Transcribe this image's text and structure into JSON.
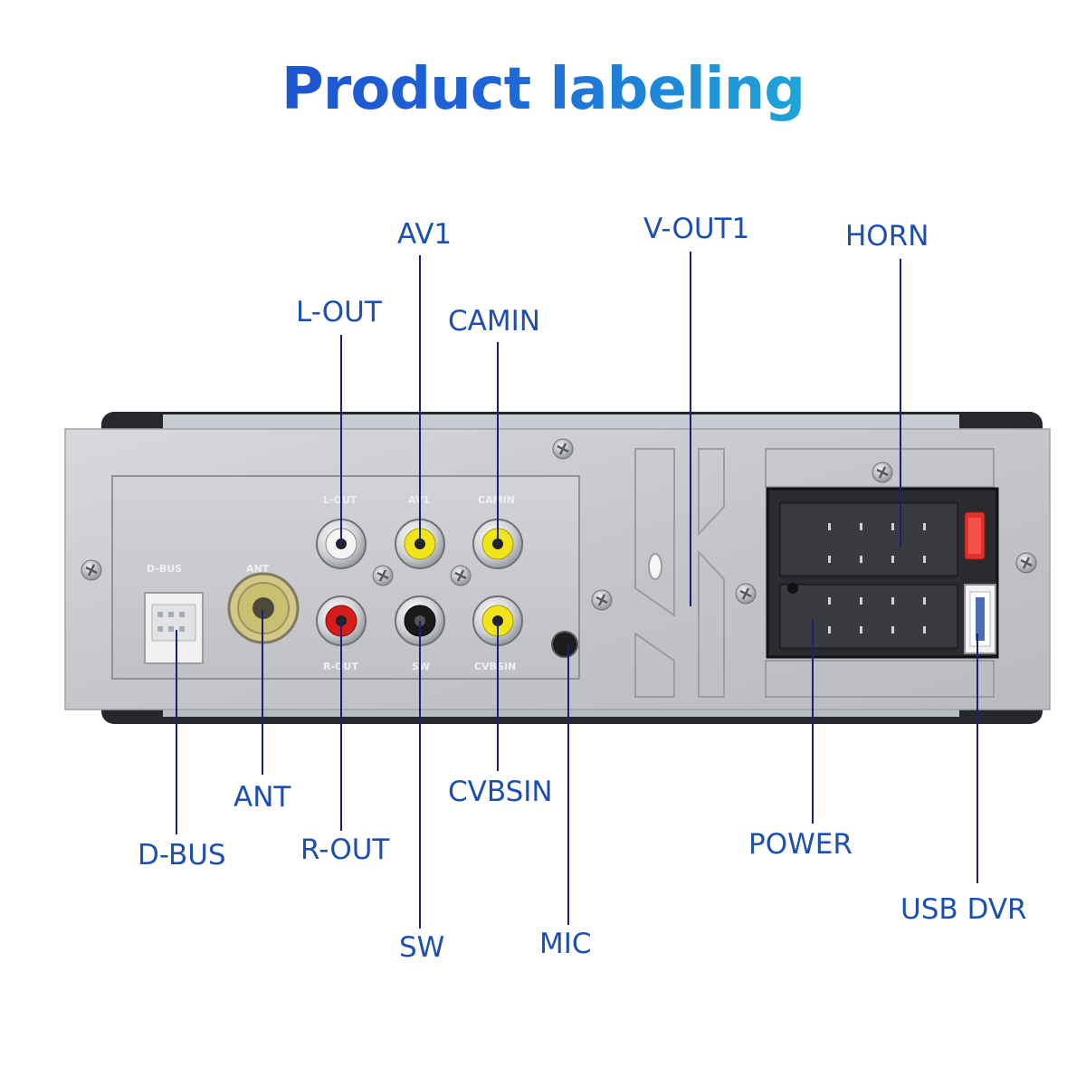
{
  "title": "Product labeling",
  "callouts": {
    "av1": "AV1",
    "v_out1": "V-OUT1",
    "horn": "HORN",
    "l_out": "L-OUT",
    "camin": "CAMIN",
    "ant": "ANT",
    "cvbsin": "CVBSIN",
    "d_bus": "D-BUS",
    "r_out": "R-OUT",
    "power": "POWER",
    "usb_dvr": "USB DVR",
    "sw": "SW",
    "mic": "MIC"
  },
  "panel_prints": {
    "dbus": "D-BUS",
    "ant": "ANT",
    "l_out": "L-OUT",
    "av1": "AV1",
    "camin": "CAMIN",
    "r_out": "R-OUT",
    "sw": "SW",
    "cvbsin": "CVBSIN"
  },
  "colors": {
    "label": "#1d4fb0",
    "leader_line": "#1a1f7a",
    "panel": "#c9cbce",
    "jack_yellow": "#f2e41a",
    "jack_red": "#d81c1c",
    "jack_white": "#f4f4f4",
    "jack_black": "#1a1a1a"
  }
}
